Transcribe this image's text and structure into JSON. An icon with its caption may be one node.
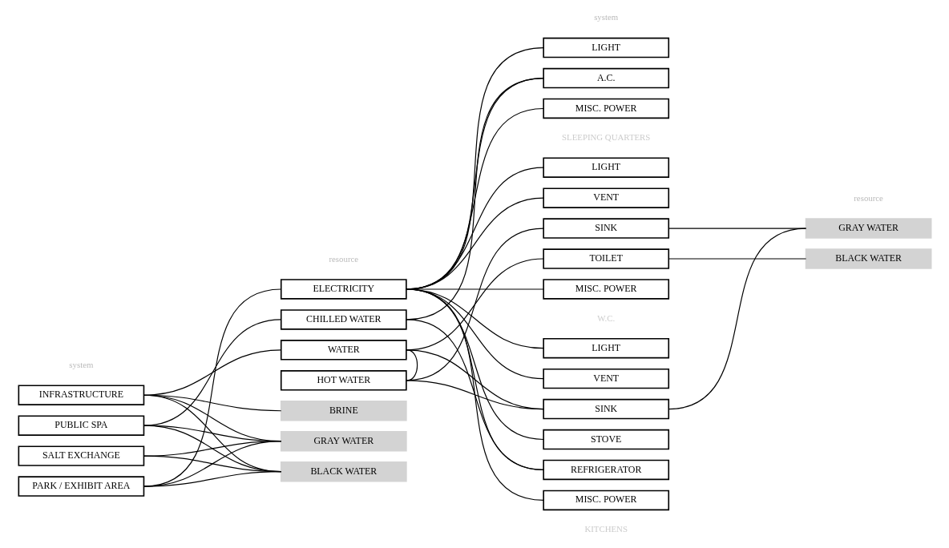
{
  "diagram": {
    "nodes": [
      {
        "text": [
          "INFRASTRUCTURE"
        ]
      },
      {
        "text": [
          "PUBLIC SPA"
        ]
      },
      {
        "text": [
          "SALT EXCHANGE"
        ]
      },
      {
        "text": [
          "PARK / EXHIBIT AREA"
        ]
      },
      {
        "text": [
          "ELECTRICITY"
        ]
      },
      {
        "text": [
          "CHILLED WATER"
        ]
      },
      {
        "text": [
          "WATER"
        ]
      },
      {
        "text": [
          "HOT WATER"
        ]
      },
      {
        "text": [
          "BRINE"
        ]
      },
      {
        "text": [
          "GRAY WATER"
        ]
      },
      {
        "text": [
          "BLACK WATER"
        ]
      },
      {
        "text": [
          "LIGHT"
        ]
      },
      {
        "text": [
          "A.C."
        ]
      },
      {
        "text": [
          "MISC. POWER"
        ]
      },
      {
        "text": [
          "LIGHT"
        ]
      },
      {
        "text": [
          "VENT"
        ]
      },
      {
        "text": [
          "SINK"
        ]
      },
      {
        "text": [
          "TOILET"
        ]
      },
      {
        "text": [
          "MISC. POWER"
        ]
      },
      {
        "text": [
          "LIGHT"
        ]
      },
      {
        "text": [
          "VENT"
        ]
      },
      {
        "text": [
          "SINK"
        ]
      },
      {
        "text": [
          "STOVE"
        ]
      },
      {
        "text": [
          "REFRIGERATOR"
        ]
      },
      {
        "text": [
          "MISC. POWER"
        ]
      },
      {
        "text": [
          "GRAY WATER"
        ]
      },
      {
        "text": [
          "BLACK WATER"
        ]
      }
    ],
    "edges": [
      {
        "from": 0,
        "to": 6,
        "arrow": "none"
      },
      {
        "from": 0,
        "to": 8,
        "arrow": "none"
      },
      {
        "from": 0,
        "to": 9,
        "arrow": "none"
      },
      {
        "from": 0,
        "to": 10,
        "arrow": "none"
      },
      {
        "from": 1,
        "to": 5,
        "arrow": "none"
      },
      {
        "from": 1,
        "to": 9,
        "arrow": "none"
      },
      {
        "from": 1,
        "to": 10,
        "arrow": "none"
      },
      {
        "from": 2,
        "to": 9,
        "arrow": "none"
      },
      {
        "from": 2,
        "to": 10,
        "arrow": "none"
      },
      {
        "from": 3,
        "to": 4,
        "arrow": "none"
      },
      {
        "from": 3,
        "to": 9,
        "arrow": "none"
      },
      {
        "from": 3,
        "to": 10,
        "arrow": "none"
      },
      {
        "from": 6,
        "to": 7,
        "arrow": "none"
      },
      {
        "from": 4,
        "to": 11,
        "arrow": "none"
      },
      {
        "from": 4,
        "to": 12,
        "arrow": "none"
      },
      {
        "from": 4,
        "to": 13,
        "arrow": "none"
      },
      {
        "from": 4,
        "to": 14,
        "arrow": "none"
      },
      {
        "from": 4,
        "to": 15,
        "arrow": "none"
      },
      {
        "from": 4,
        "to": 18,
        "arrow": "none"
      },
      {
        "from": 4,
        "to": 19,
        "arrow": "none"
      },
      {
        "from": 4,
        "to": 20,
        "arrow": "none"
      },
      {
        "from": 4,
        "to": 22,
        "arrow": "none"
      },
      {
        "from": 4,
        "to": 23,
        "arrow": "none"
      },
      {
        "from": 4,
        "to": 24,
        "arrow": "none"
      },
      {
        "from": 5,
        "to": 12,
        "arrow": "none"
      },
      {
        "from": 5,
        "to": 23,
        "arrow": "none"
      },
      {
        "from": 6,
        "to": 17,
        "arrow": "none"
      },
      {
        "from": 6,
        "to": 21,
        "arrow": "none"
      },
      {
        "from": 7,
        "to": 16,
        "arrow": "none"
      },
      {
        "from": 7,
        "to": 21,
        "arrow": "none"
      },
      {
        "from": 16,
        "to": 25,
        "arrow": "none"
      },
      {
        "from": 17,
        "to": 26,
        "arrow": "none"
      },
      {
        "from": 21,
        "to": 25,
        "arrow": "none"
      }
    ],
    "labels": [
      "system",
      "resource",
      "system",
      "resource",
      "SLEEPING QUARTERS",
      "W.C.",
      "KITCHENS"
    ]
  }
}
